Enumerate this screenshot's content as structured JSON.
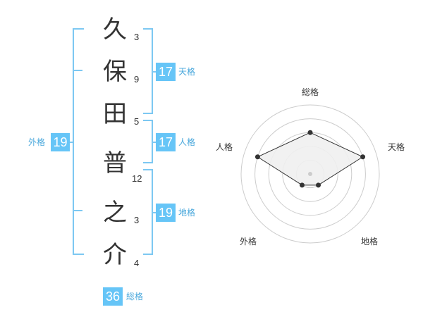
{
  "name": {
    "chars": [
      "久",
      "保",
      "田",
      "普",
      "之",
      "介"
    ],
    "strokes": [
      "3",
      "9",
      "5",
      "12",
      "3",
      "4"
    ]
  },
  "fortune": {
    "tenkaku": {
      "value": "17",
      "label": "天格"
    },
    "jinkaku": {
      "value": "17",
      "label": "人格"
    },
    "chikaku": {
      "value": "19",
      "label": "地格"
    },
    "gaikaku": {
      "value": "19",
      "label": "外格"
    },
    "soukaku": {
      "value": "36",
      "label": "総格"
    }
  },
  "chart_data": {
    "type": "radar",
    "axes": [
      "総格",
      "天格",
      "地格",
      "外格",
      "人格"
    ],
    "range": [
      0,
      5
    ],
    "rings": 5,
    "values": [
      3,
      4,
      1,
      1,
      4
    ],
    "fill": "#f0f0f0",
    "line_color": "#333333",
    "ring_color": "#cccccc"
  },
  "colors": {
    "accent": "#66c5f7",
    "label": "#4aa8dc"
  }
}
